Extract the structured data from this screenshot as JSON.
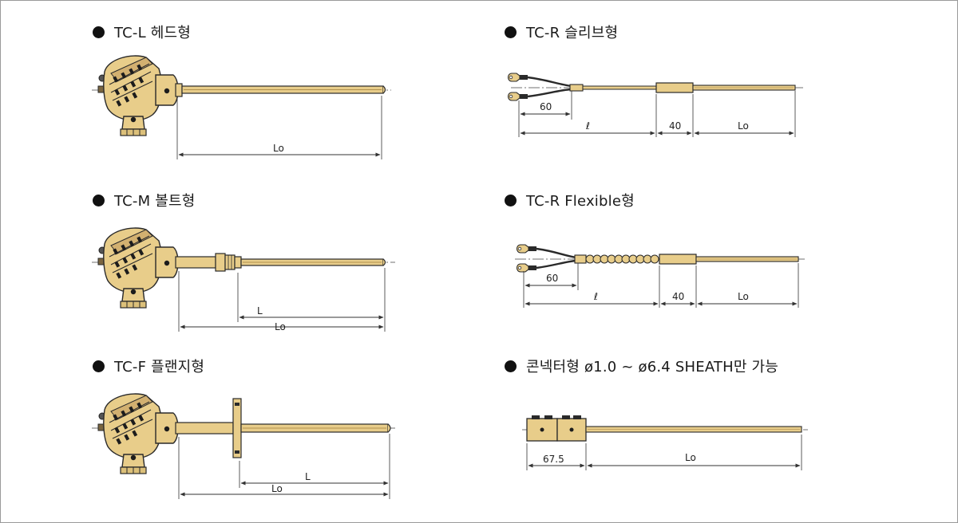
{
  "panels": {
    "tc_l": {
      "title": "TC-L 헤드형",
      "dim_lo": "Lo"
    },
    "tc_m": {
      "title": "TC-M 볼트형",
      "dim_l": "L",
      "dim_lo": "Lo"
    },
    "tc_f": {
      "title": "TC-F 플랜지형",
      "dim_l": "L",
      "dim_lo": "Lo"
    },
    "tc_r_sleeve": {
      "title": "TC-R 슬리브형",
      "dim_60": "60",
      "dim_l": "ℓ",
      "dim_40": "40",
      "dim_lo": "Lo"
    },
    "tc_r_flexible": {
      "title": "TC-R Flexible형",
      "dim_60": "60",
      "dim_l": "ℓ",
      "dim_40": "40",
      "dim_lo": "Lo"
    },
    "connector": {
      "title": "콘넥터형 ø1.0 ~ ø6.4 SHEATH만 가능",
      "dim_675": "67.5",
      "dim_lo": "Lo"
    }
  },
  "colors": {
    "body": "#e8cd8a",
    "body_dark": "#a07c3a",
    "outline": "#2a2a2a",
    "dimension": "#333333"
  }
}
